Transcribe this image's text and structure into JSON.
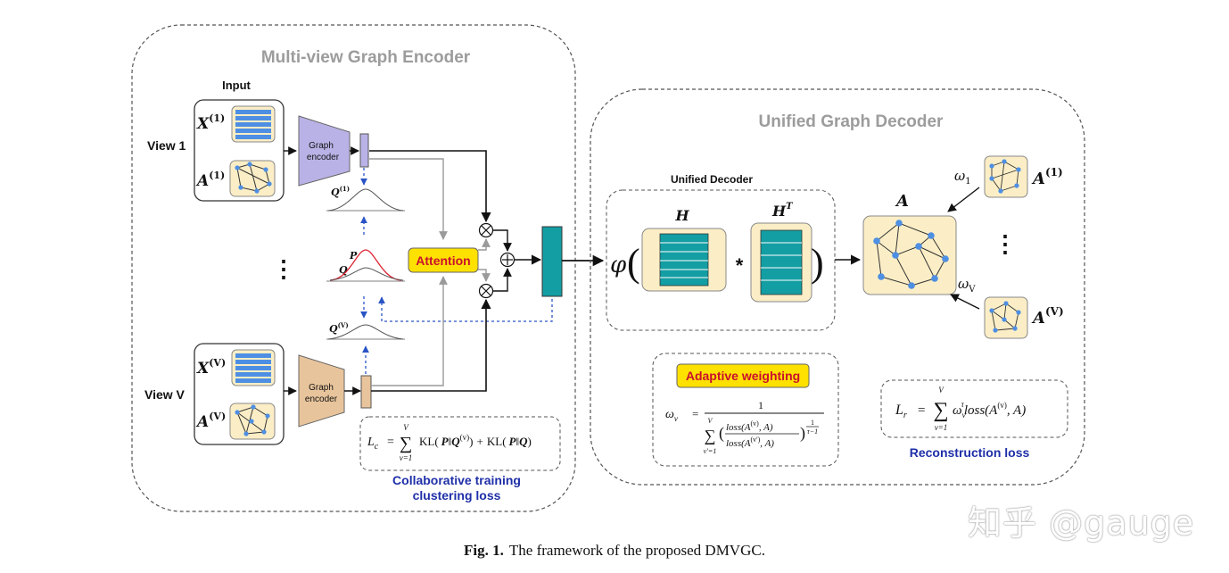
{
  "encoder": {
    "title": "Multi-view Graph Encoder",
    "input_label": "Input",
    "view1_label": "View 1",
    "viewv_label": "View V",
    "x1_base": "X",
    "x1_sup": "(1)",
    "a1_base": "A",
    "a1_sup": "(1)",
    "xv_base": "X",
    "xv_sup": "(V)",
    "av_base": "A",
    "av_sup": "(V)",
    "graph_encoder_line1": "Graph",
    "graph_encoder_line2": "encoder",
    "q1_base": "Q",
    "q1_sup": "(1)",
    "qv_base": "Q",
    "qv_sup": "(V)",
    "p_label": "P",
    "q_label": "Q",
    "ellipsis": "⋮",
    "attention": "Attention",
    "loss_formula": {
      "lhs": "L",
      "lhs_sub": "c",
      "eq": "=",
      "sum_top": "V",
      "sum_sym": "∑",
      "sum_bottom": "v=1",
      "kl1": "KL(",
      "kl1_p": "P",
      "kl1_bar": "‖",
      "kl1_q": "Q",
      "kl1_qsup": "(v)",
      "kl1_close": ")",
      "plus": "+",
      "kl2": "KL(",
      "kl2_p": "P",
      "kl2_bar": "‖",
      "kl2_q": "Q",
      "kl2_close": ")"
    },
    "loss_caption_line1": "Collaborative training",
    "loss_caption_line2": "clustering loss"
  },
  "decoder": {
    "title": "Unified Graph Decoder",
    "unified_decoder_label": "Unified Decoder",
    "phi": "φ",
    "h_label": "H",
    "ht_base": "H",
    "ht_sup": "T",
    "star": "*",
    "a_label": "A",
    "w1_base": "ω",
    "w1_sub": "1",
    "wv_base": "ω",
    "wv_sub": "V",
    "a1_base": "A",
    "a1_sup": "(1)",
    "av_base": "A",
    "av_sup": "(V)",
    "ellipsis": "⋮",
    "adaptive_weighting": "Adaptive weighting",
    "weight_formula": {
      "lhs": "ω",
      "lhs_sub": "v",
      "eq": "=",
      "numerator": "1",
      "sum_top": "V",
      "sum_sym": "∑",
      "sum_bottom": "v'=1",
      "open": "(",
      "num_loss": "loss(A",
      "num_sup": "(v)",
      "num_tail": ", A)",
      "den_loss": "loss(A",
      "den_sup": "(v')",
      "den_tail": ", A)",
      "close": ")",
      "exp_num": "1",
      "exp_den": "τ−1"
    },
    "recon_formula": {
      "lhs": "L",
      "lhs_sub": "r",
      "eq": "=",
      "sum_top": "V",
      "sum_sym": "∑",
      "sum_bottom": "v=1",
      "w": "ω",
      "w_sub": "v",
      "w_sup": "τ",
      "loss": "loss(A",
      "loss_sup": "(v)",
      "loss_tail": ", A)"
    },
    "recon_caption": "Reconstruction loss"
  },
  "caption": {
    "label": "Fig. 1.",
    "text": "The framework of the proposed DMVGC."
  },
  "watermark": "知乎 @gauge",
  "colors": {
    "encoder_purple": "#b9b2e6",
    "encoder_tan": "#e8c49c",
    "teal": "#139ea3",
    "panel_cream": "#fbeec6",
    "node_blue": "#4e8fe3",
    "attention_yellow": "#ffe100",
    "attention_text": "#c8102e",
    "caption_blue": "#1f2fa8",
    "arrow_blue": "#2a54c5",
    "title_gray": "#9c9c9c"
  }
}
